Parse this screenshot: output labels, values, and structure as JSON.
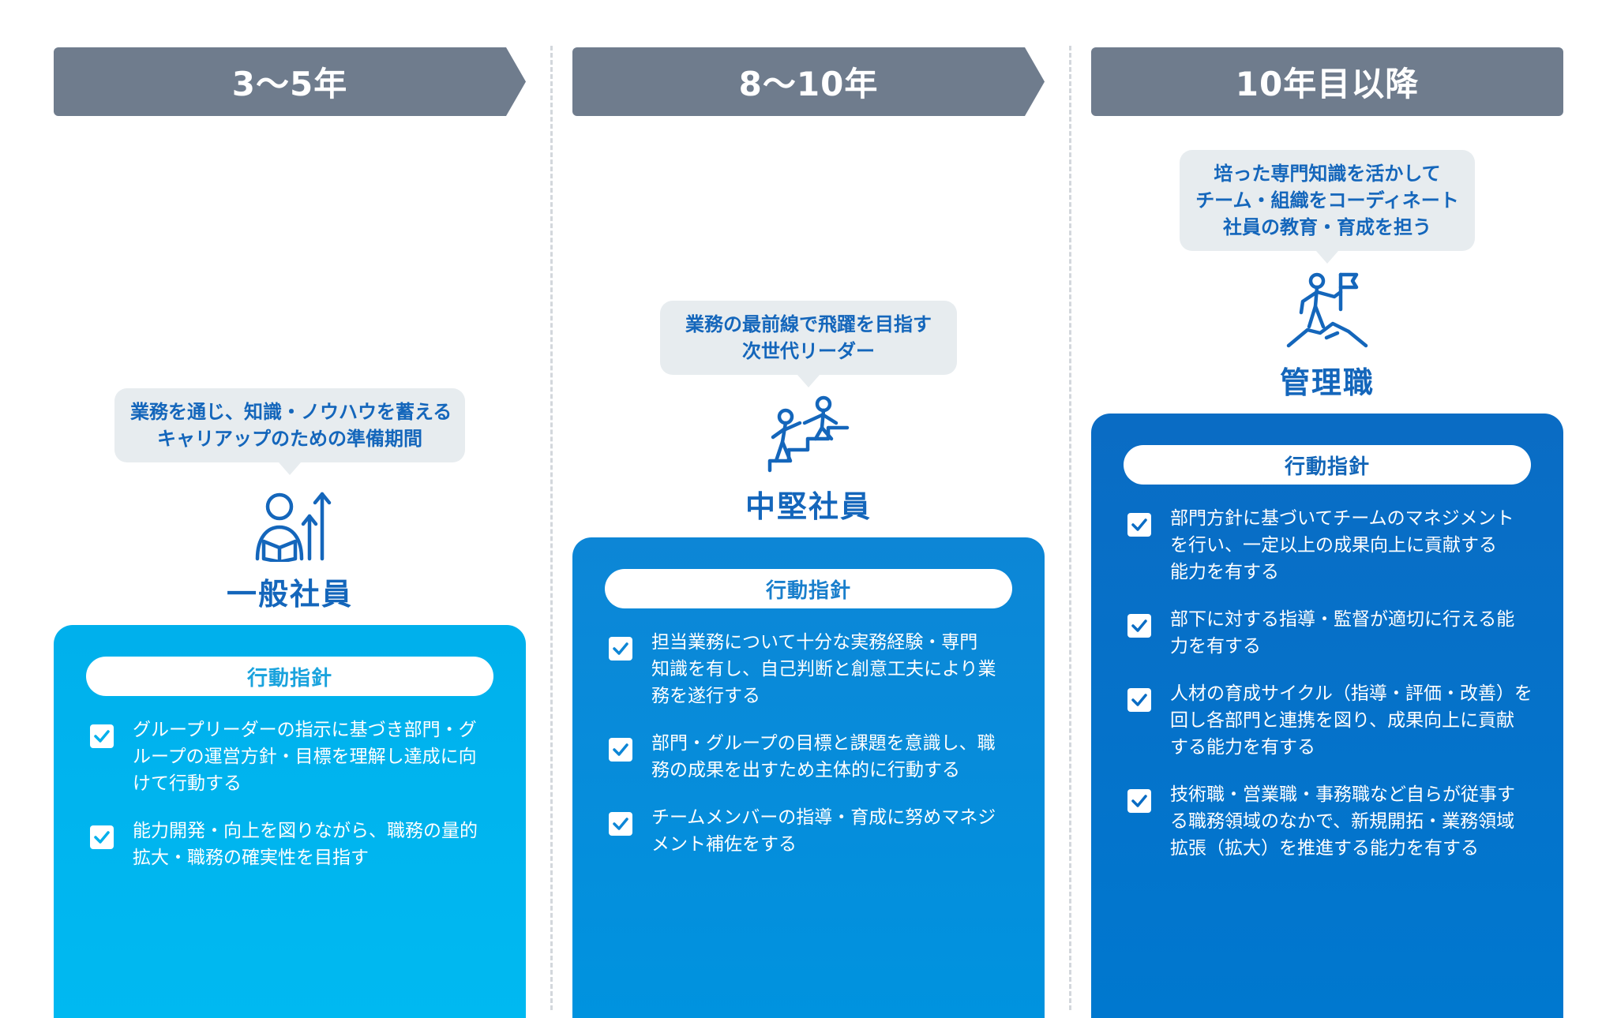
{
  "columns": [
    {
      "period": "3～5年",
      "bubble_lines": [
        "業務を通じ、知識・ノウハウを蓄える",
        "キャリアップのための準備期間"
      ],
      "role": "一般社員",
      "icon": "reading-person-growth-arrows-icon",
      "guideline_label": "行動指針",
      "items": [
        [
          "グループリーダーの指示に基づき部門・グ",
          "ループの運営方針・目標を理解し達成に向",
          "けて行動する"
        ],
        [
          "能力開発・向上を図りながら、職務の量的",
          "拡大・職務の確実性を目指す"
        ]
      ],
      "accent": "#00b0ec"
    },
    {
      "period": "8～10年",
      "bubble_lines": [
        "業務の最前線で飛躍を目指す",
        "次世代リーダー"
      ],
      "role": "中堅社員",
      "icon": "climbing-stairs-helping-icon",
      "guideline_label": "行動指針",
      "items": [
        [
          "担当業務について十分な実務経験・専門",
          "知識を有し、自己判断と創意工夫により業",
          "務を遂行する"
        ],
        [
          "部門・グループの目標と課題を意識し、職",
          "務の成果を出すため主体的に行動する"
        ],
        [
          "チームメンバーの指導・育成に努めマネジ",
          "メント補佐をする"
        ]
      ],
      "accent": "#0d86d6"
    },
    {
      "period": "10年目以降",
      "bubble_lines": [
        "培った専門知識を活かして",
        "チーム・組織をコーディネート",
        "社員の教育・育成を担う"
      ],
      "role": "管理職",
      "icon": "summit-flag-icon",
      "guideline_label": "行動指針",
      "items": [
        [
          "部門方針に基づいてチームのマネジメント",
          "を行い、一定以上の成果向上に貢献する",
          "能力を有する"
        ],
        [
          "部下に対する指導・監督が適切に行える能",
          "力を有する"
        ],
        [
          "人材の育成サイクル（指導・評価・改善）を",
          "回し各部門と連携を図り、成果向上に貢献",
          "する能力を有する"
        ],
        [
          "技術職・営業職・事務職など自らが従事す",
          "る職務領域のなかで、新規開拓・業務領域",
          "拡張（拡大）を推進する能力を有する"
        ]
      ],
      "accent": "#0a6cc4"
    }
  ],
  "colors": {
    "header_bg": "#6f7c8d",
    "bubble_bg": "#e7ecef",
    "title_blue": "#1466bb"
  }
}
